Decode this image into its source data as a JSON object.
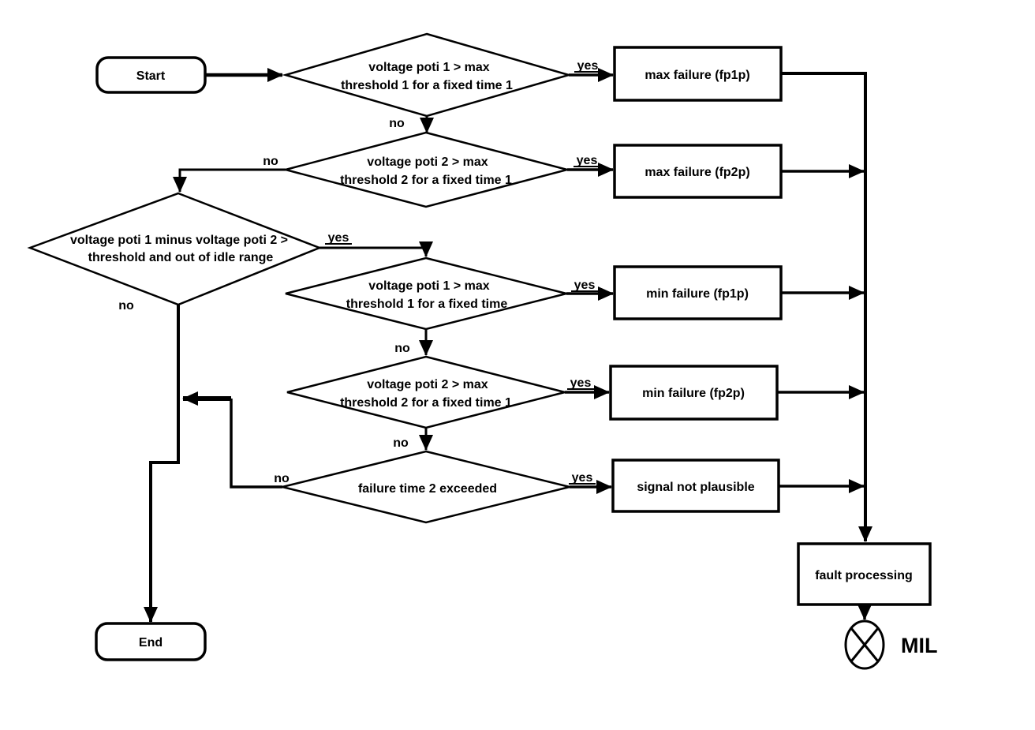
{
  "title": "potentiometer fault detection flowchart",
  "colors": {
    "ink": "#000000",
    "background": "#ffffff"
  },
  "nodes": {
    "start": {
      "label": "Start"
    },
    "end": {
      "label": "End"
    },
    "decision1": {
      "line1": "voltage poti 1 > max",
      "line2": "threshold 1 for a fixed time 1"
    },
    "decision2": {
      "line1": "voltage poti 2 > max",
      "line2": "threshold 2 for a fixed time 1"
    },
    "decision3": {
      "line1": "voltage poti 1 minus voltage poti 2 >",
      "line2": "threshold and out of  idle range"
    },
    "decision4": {
      "line1": "voltage poti 1 > max",
      "line2": "threshold 1 for a fixed time"
    },
    "decision5": {
      "line1": "voltage poti 2 > max",
      "line2": "threshold 2 for a fixed time 1"
    },
    "decision6": {
      "label": "failure time 2 exceeded"
    },
    "process1": {
      "label": "max failure (fp1p)"
    },
    "process2": {
      "label": "max failure (fp2p)"
    },
    "process3": {
      "label": "min failure (fp1p)"
    },
    "process4": {
      "label": "min failure (fp2p)"
    },
    "process5": {
      "label": "signal not plausible"
    },
    "fault_processing": {
      "label": "fault processing"
    },
    "mil_indicator": {
      "label": "MIL"
    }
  },
  "edge_labels": {
    "yes": "yes",
    "no": "no"
  }
}
